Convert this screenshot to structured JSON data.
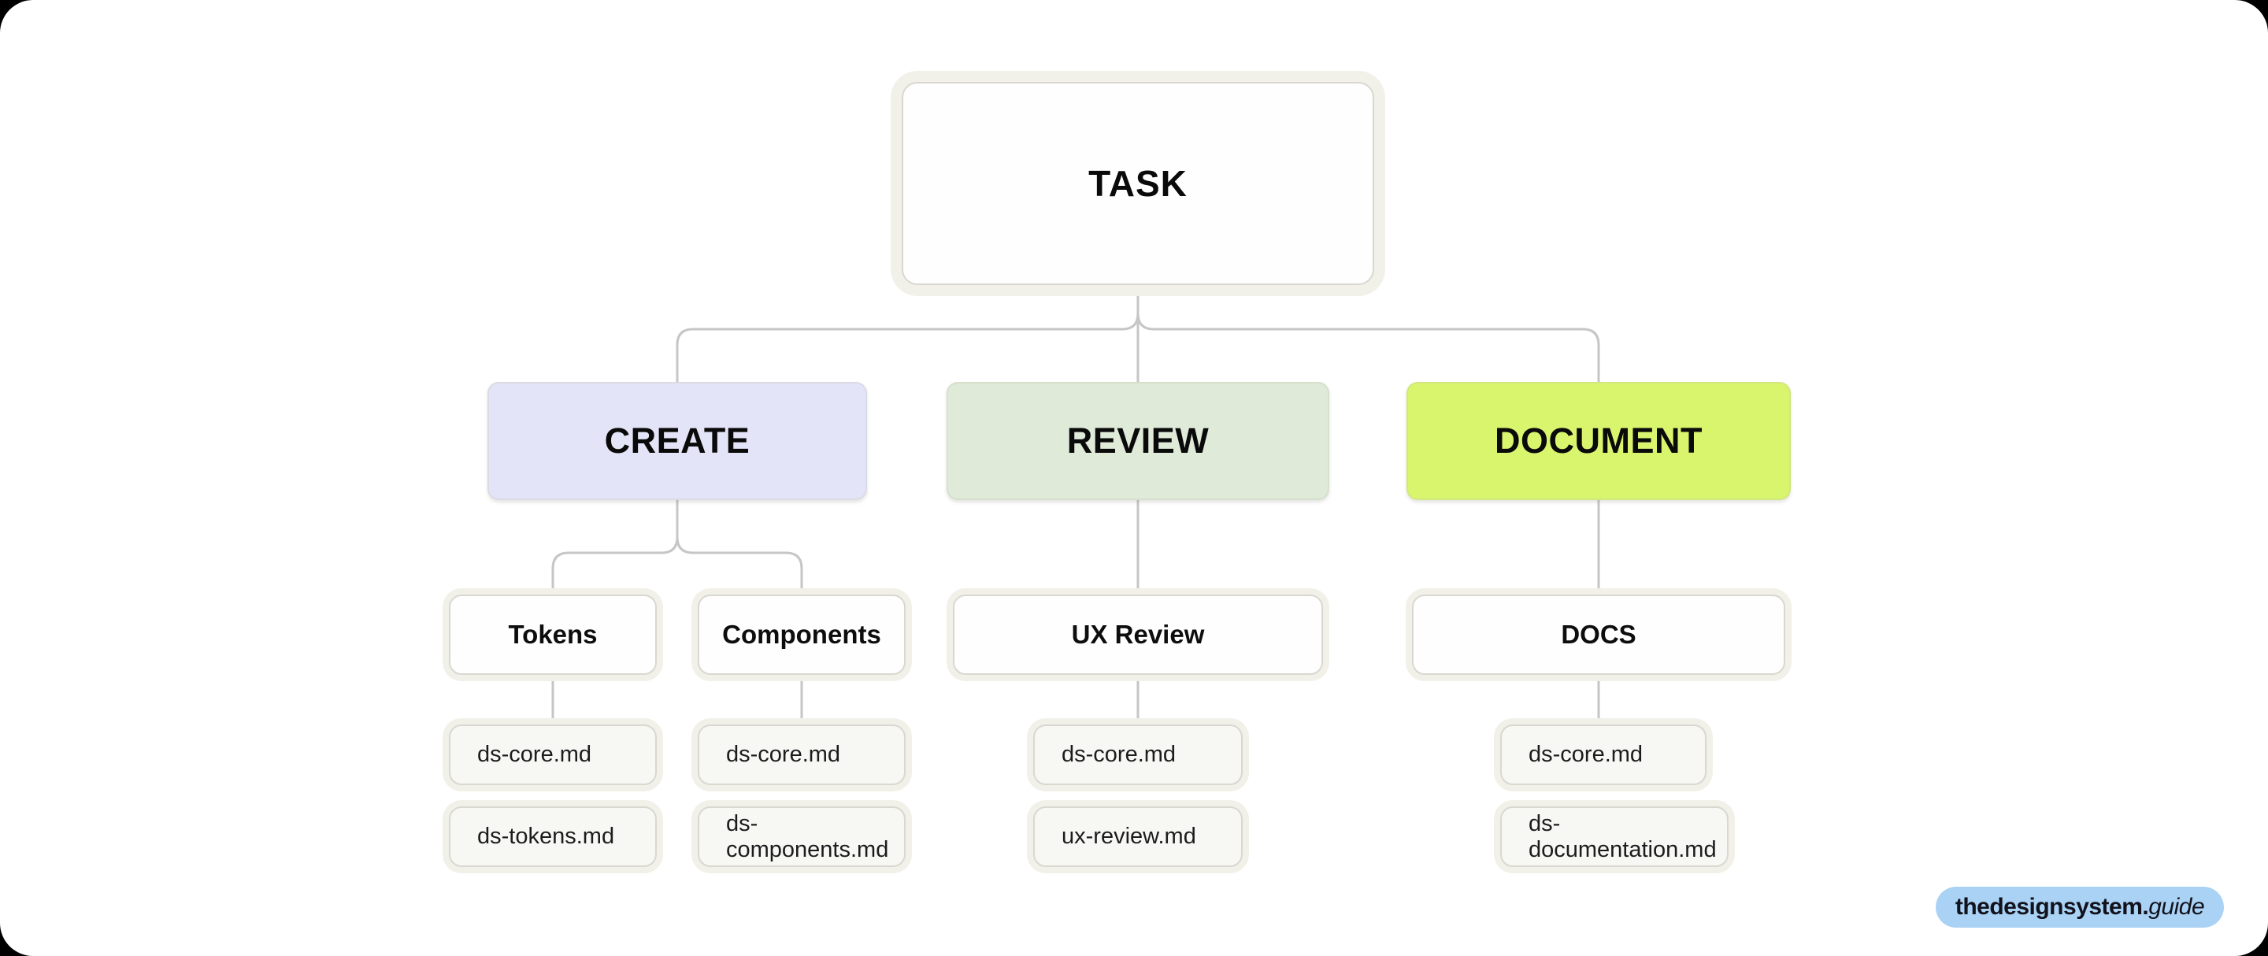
{
  "diagram": {
    "root": {
      "label": "TASK"
    },
    "branches": [
      {
        "label": "CREATE",
        "color": "#e4e4f8",
        "children": [
          {
            "label": "Tokens",
            "files": [
              "ds-core.md",
              "ds-tokens.md"
            ]
          },
          {
            "label": "Components",
            "files": [
              "ds-core.md",
              "ds-components.md"
            ]
          }
        ]
      },
      {
        "label": "REVIEW",
        "color": "#dfead9",
        "children": [
          {
            "label": "UX Review",
            "files": [
              "ds-core.md",
              "ux-review.md"
            ]
          }
        ]
      },
      {
        "label": "DOCUMENT",
        "color": "#d9f56e",
        "children": [
          {
            "label": "DOCS",
            "files": [
              "ds-core.md",
              "ds-documentation.md"
            ]
          }
        ]
      }
    ]
  },
  "badge": {
    "text_bold": "thedesignsystem.",
    "text_italic": "guide"
  },
  "colors": {
    "page_bg": "#000000",
    "canvas_bg": "#ffffff",
    "ring": "#f2f1e9",
    "box_border": "#d9d8d0",
    "connector": "#c6c6c6",
    "create_fill": "#e4e4f8",
    "review_fill": "#dfead9",
    "document_fill": "#d9f56e",
    "file_fill": "#f7f7f4",
    "badge_bg": "#a9d2f5",
    "badge_text": "#12121c"
  }
}
